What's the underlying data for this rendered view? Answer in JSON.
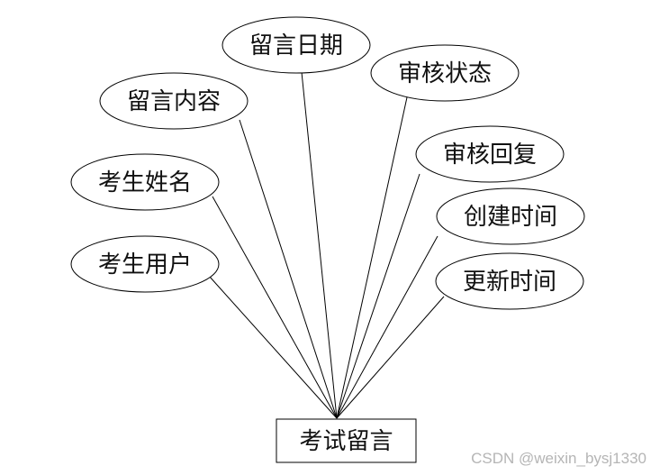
{
  "entity": {
    "label": "考试留言"
  },
  "attributes": [
    {
      "id": "liuyan-riqi",
      "label": "留言日期"
    },
    {
      "id": "shenhe-zhuangtai",
      "label": "审核状态"
    },
    {
      "id": "liuyan-neirong",
      "label": "留言内容"
    },
    {
      "id": "shenhe-huifu",
      "label": "审核回复"
    },
    {
      "id": "kaosheng-xingming",
      "label": "考生姓名"
    },
    {
      "id": "chuangjian-shijian",
      "label": "创建时间"
    },
    {
      "id": "kaosheng-yonghu",
      "label": "考生用户"
    },
    {
      "id": "gengxin-shijian",
      "label": "更新时间"
    }
  ],
  "watermark": "CSDN @weixin_bysj1330"
}
